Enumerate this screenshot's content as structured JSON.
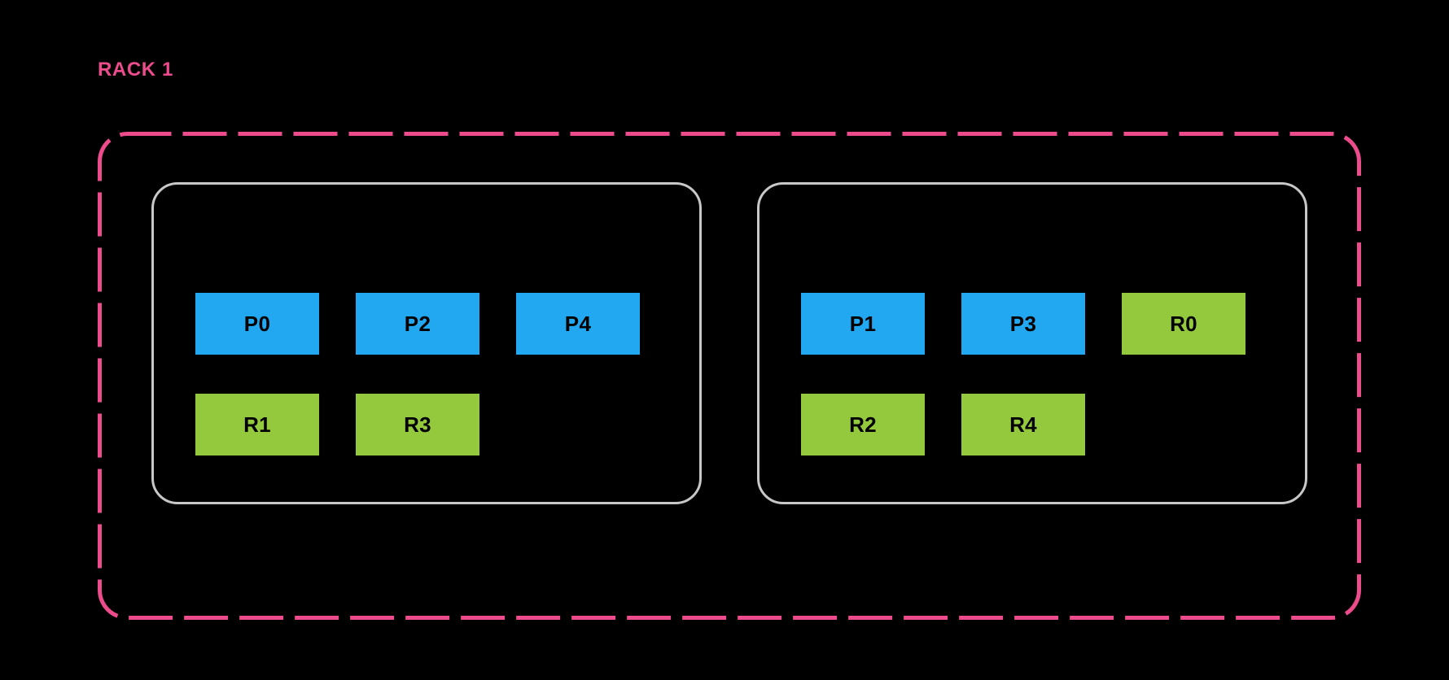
{
  "diagram": {
    "title": "RACK 1",
    "background_color": "#000000",
    "rack_boundary": {
      "name": "rack-1-boundary",
      "style": "dashed",
      "color": "#ED4C8C",
      "corner_radius": 34
    },
    "colors": {
      "rack_label": "#ED4C8C",
      "rack_border": "#ED4C8C",
      "node_border": "#C8C8C8",
      "primary_shard": "#22A8F0",
      "replica_shard": "#94C83D",
      "shard_text": "#000000",
      "background": "#000000"
    },
    "legend_meaning": {
      "P": "primary shard",
      "R": "replica shard"
    },
    "nodes": [
      {
        "name": "node-left",
        "rows": [
          {
            "name": "primary-row",
            "shards": [
              {
                "label": "P0",
                "kind": "primary"
              },
              {
                "label": "P2",
                "kind": "primary"
              },
              {
                "label": "P4",
                "kind": "primary"
              }
            ]
          },
          {
            "name": "replica-row",
            "shards": [
              {
                "label": "R1",
                "kind": "replica"
              },
              {
                "label": "R3",
                "kind": "replica"
              }
            ]
          }
        ]
      },
      {
        "name": "node-right",
        "rows": [
          {
            "name": "primary-row",
            "shards": [
              {
                "label": "P1",
                "kind": "primary"
              },
              {
                "label": "P3",
                "kind": "primary"
              },
              {
                "label": "R0",
                "kind": "replica"
              }
            ]
          },
          {
            "name": "replica-row",
            "shards": [
              {
                "label": "R2",
                "kind": "replica"
              },
              {
                "label": "R4",
                "kind": "replica"
              }
            ]
          }
        ]
      }
    ]
  }
}
